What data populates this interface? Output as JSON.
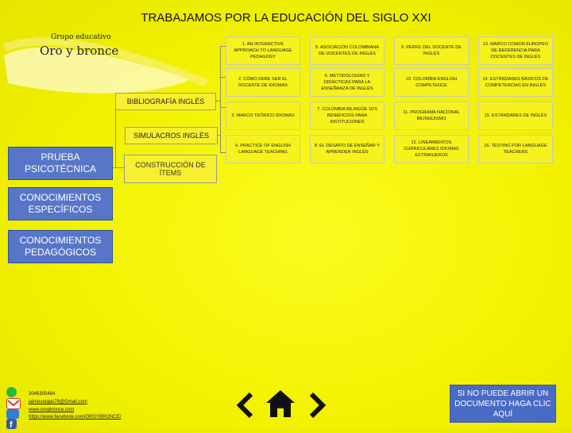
{
  "title": "TRABAJAMOS POR LA EDUCACIÓN DEL SIGLO XXI",
  "brand": {
    "small": "Grupo educativo",
    "big": "Oro y bronce"
  },
  "menu": {
    "bibliografia": "BIBLIOGRAFÍA INGLÉS",
    "simulacros": "SIMULACROS INGLÉS",
    "construccion": "CONSTRUCCIÓN DE ÍTEMS"
  },
  "sections": {
    "prueba": "PRUEBA PSICOTÉCNICA",
    "especificos": "CONOCIMIENTOS ESPECÍFICOS",
    "pedagogicos": "CONOCIMIENTOS PEDAGÓGICOS"
  },
  "documents": [
    [
      "1. AN INTERACTIVE APPROACH TO LANGUAGE PEDAGOGY",
      "5. ASOCIACIÓN COLOMBIANA DE DOCENTES DE INGLÉS",
      "9. PERFIL DEL DOCENTE DE INGLÉS",
      "13. MARCO COMÚN EUROPEO DE REFERENCIA PARA DOCENTES DE INGLÉS"
    ],
    [
      "2. CÓMO DEBE SER EL DOCENTE DE IDIOMAS",
      "6. METODOLOGÍAS Y DIDÁCTICAS PARA LA ENSEÑANZA DE INGLÉS",
      "10. COLOMBIA ENGLISH COMPETENCE",
      "14. ESTÁNDARES BÁSICOS DE COMPETENCIAS EN INGLÉS"
    ],
    [
      "3. MARCO TEÓRICO IDIOMAS",
      "7. COLOMBIA BILINGÜE 10'S BENEFICIOS PARA INSTITUCIONES",
      "11. PROGRAMA NACIONAL BILINGÜISMO",
      "15. ESTÁNDARES DE INGLÉS"
    ],
    [
      "4. PRACTICE OF ENGLISH LANGUAGE TEACHING",
      "8. EL DESAFÍO DE ENSEÑAR Y APRENDER INGLÉS",
      "12. LINEAMIENTOS CURRICULARES IDIOMAS EXTRANJEROS",
      "16. TESTING FOR LANGUAGE TEACHERS"
    ]
  ],
  "contact": {
    "phone": "3046305484",
    "email": "jaimevargas78@Gmail.com",
    "web": "www.oroybronce.com",
    "facebook": "https://www.facebook.com/OROYBRONCE/"
  },
  "pdf_notice": "SI NO PUEDE ABRIR UN DOCUMENTO HAGA CLIC AQUÍ",
  "colors": {
    "background": "#f2f200",
    "blue": "#5876c8"
  }
}
